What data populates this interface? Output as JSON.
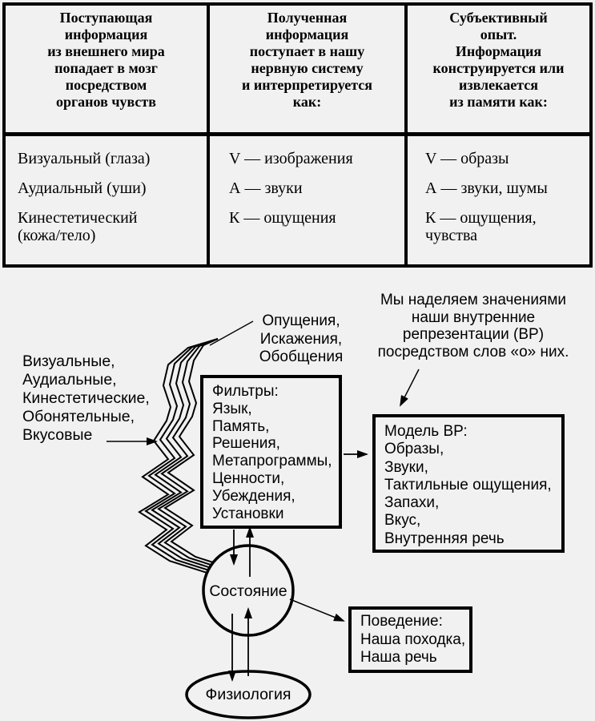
{
  "colors": {
    "background": "#f1f1f1",
    "ink": "#000000"
  },
  "table": {
    "columns": [
      {
        "header": "Поступающая\nинформация\nиз внешнего мира\nпопадает в мозг\nпосредством\nорганов чувств",
        "items": [
          "Визуальный (глаза)",
          "Аудиальный (уши)",
          "Кинестетический\n(кожа/тело)"
        ]
      },
      {
        "header": "Полученная\nинформация\nпоступает в нашу\nнервную систему\nи интерпретируется\nкак:",
        "items": [
          "V — изображения",
          "А — звуки",
          "К — ощущения"
        ]
      },
      {
        "header": "Субъективный\nопыт.\nИнформация\nконструируется или\nизвлекается\nиз памяти как:",
        "items": [
          "V — образы",
          "А — звуки, шумы",
          "К — ощущения,\nчувства"
        ]
      }
    ]
  },
  "diagram": {
    "senses_label": "Визуальные,\nАудиальные,\nКинестетические,\nОбонятельные,\nВкусовые",
    "distortions_label": "Опущения,\nИскажения,\nОбобщения",
    "meaning_note": "Мы наделяем значениями\nнаши внутренние\nрепрезентации (ВР)\nпосредством слов «о» них.",
    "filters_box": "Фильтры:\nЯзык,\nПамять,\nРешения,\nМетапрограммы,\nЦенности,\nУбеждения,\nУстановки",
    "vr_model_box": "Модель ВР:\nОбразы,\nЗвуки,\nТактильные ощущения,\nЗапахи,\nВкус,\nВнутренняя речь",
    "state_circle": "Состояние",
    "behavior_box": "Поведение:\nНаша походка,\nНаша речь",
    "physiology_ellipse": "Физиология"
  }
}
